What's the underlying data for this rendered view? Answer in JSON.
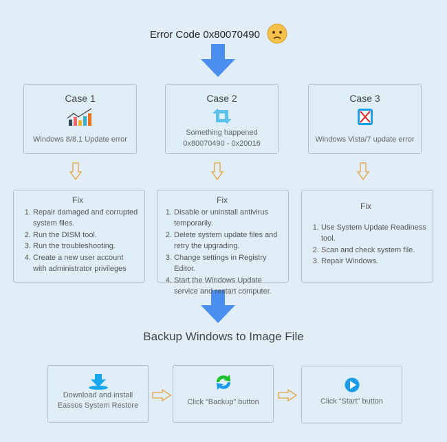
{
  "title": "Error Code 0x80070490",
  "cases": [
    {
      "label": "Case 1",
      "icon": "chart-icon",
      "desc": [
        "Windows 8/8.1 Update error"
      ]
    },
    {
      "label": "Case 2",
      "icon": "refresh-arrows-icon",
      "desc": [
        "Something happened",
        "0x80070490 - 0x20016"
      ]
    },
    {
      "label": "Case 3",
      "icon": "red-x-icon",
      "desc": [
        "Windows Vista/7 update error"
      ]
    }
  ],
  "fixes": [
    {
      "title": "Fix",
      "steps": [
        "Repair damaged and corrupted system files.",
        "Run the DISM tool.",
        "Run the troubleshooting.",
        "Create a new user account with administrator privileges"
      ]
    },
    {
      "title": "Fix",
      "steps": [
        "Disable or uninstall antivirus temporarily.",
        "Delete system update files and retry the upgrading.",
        "Change settings in Registry Editor.",
        "Start the Windows Update service and restart computer."
      ]
    },
    {
      "title": "Fix",
      "steps": [
        "Use System Update Readiness tool.",
        "Scan and check system file.",
        "Repair Windows."
      ]
    }
  ],
  "backup_heading": "Backup Windows to Image File",
  "steps": [
    {
      "icon": "download-icon",
      "text": [
        "Download and install",
        "Eassos System Restore"
      ]
    },
    {
      "icon": "backup-sync-icon",
      "text": [
        "Click “Backup” button"
      ]
    },
    {
      "icon": "play-icon",
      "text": [
        "Click “Start” button"
      ]
    }
  ],
  "colors": {
    "blue_arrow": "#4a8fef",
    "orange_arrow": "#e8a13a",
    "bg": "#e1eef7"
  }
}
